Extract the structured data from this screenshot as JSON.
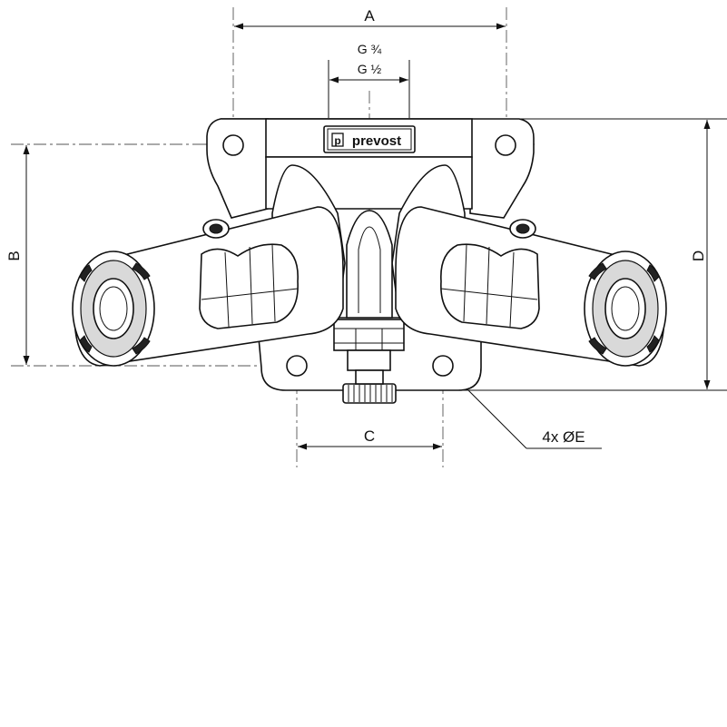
{
  "dimensions": {
    "a": "A",
    "b": "B",
    "c": "C",
    "d": "D",
    "thread_large": "G ¾",
    "thread_small": "G ½",
    "holes": "4x ØE"
  },
  "logo": {
    "brand": "prevost",
    "mark": "p"
  },
  "colors": {
    "line": "#111111",
    "shade": "#d9d9d9",
    "background": "#ffffff"
  }
}
